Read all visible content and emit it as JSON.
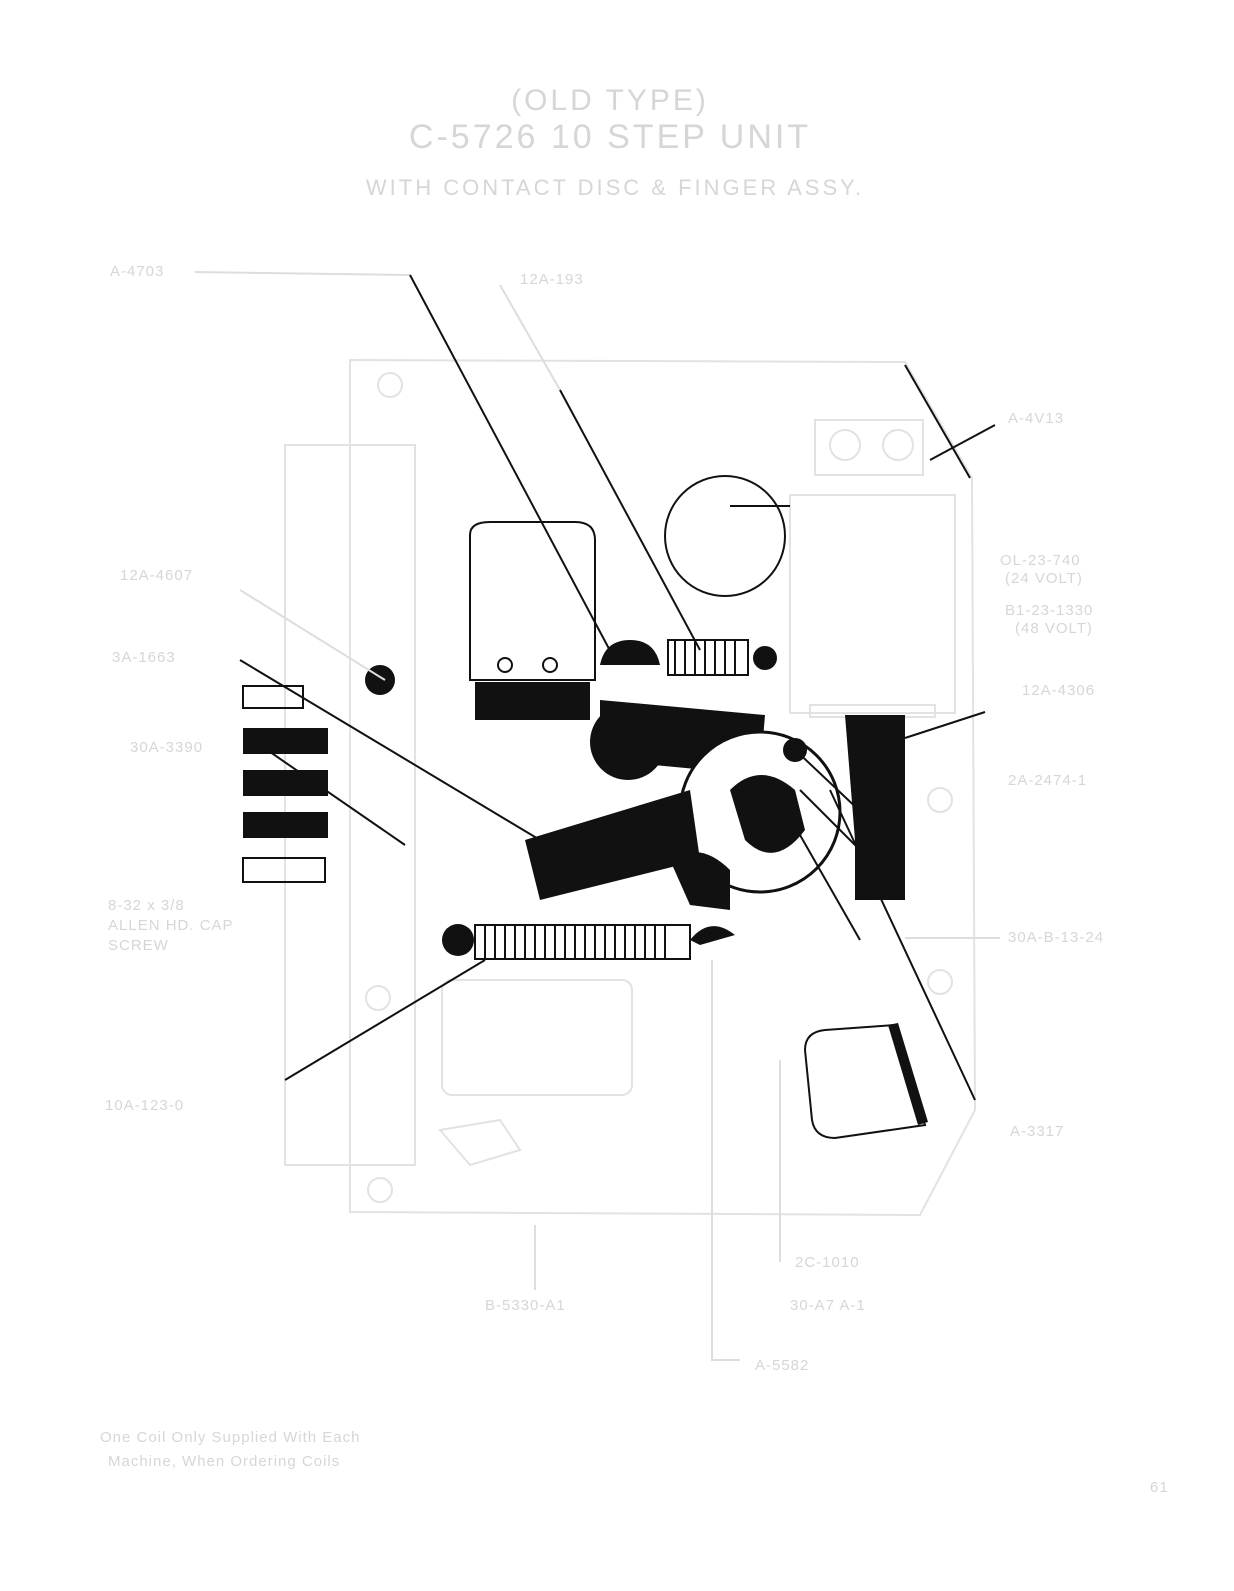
{
  "header": {
    "line1": "(OLD TYPE)",
    "line2": "C-5726 10 STEP UNIT",
    "line3": "WITH CONTACT DISC & FINGER ASSY."
  },
  "labels": {
    "a4703": "A-4703",
    "a12_193": "12A-193",
    "a4v13": "A-4V13",
    "coil24": "OL-23-740",
    "coil24_note": "(24 VOLT)",
    "coil48": "B1-23-1330",
    "coil48_note": "(48 VOLT)",
    "a12_4306": "12A-4306",
    "a2474": "2A-2474-1",
    "a30b": "30A-B-13-24",
    "a3317": "A-3317",
    "a12_4607": "12A-4607",
    "a3_1663": "3A-1663",
    "a30_3390": "30A-3390",
    "screw1": "8-32 x 3/8",
    "screw2": "ALLEN HD. CAP",
    "screw3": "SCREW",
    "a10_123": "10A-123-0",
    "b5330": "B-5330-A1",
    "c1010": "2C-1010",
    "a30_a7": "30-A7 A-1",
    "a5582": "A-5582"
  },
  "footnote": {
    "line1": "One Coil Only Supplied With Each",
    "line2": "Machine, When Ordering Coils"
  },
  "page_number": "61"
}
